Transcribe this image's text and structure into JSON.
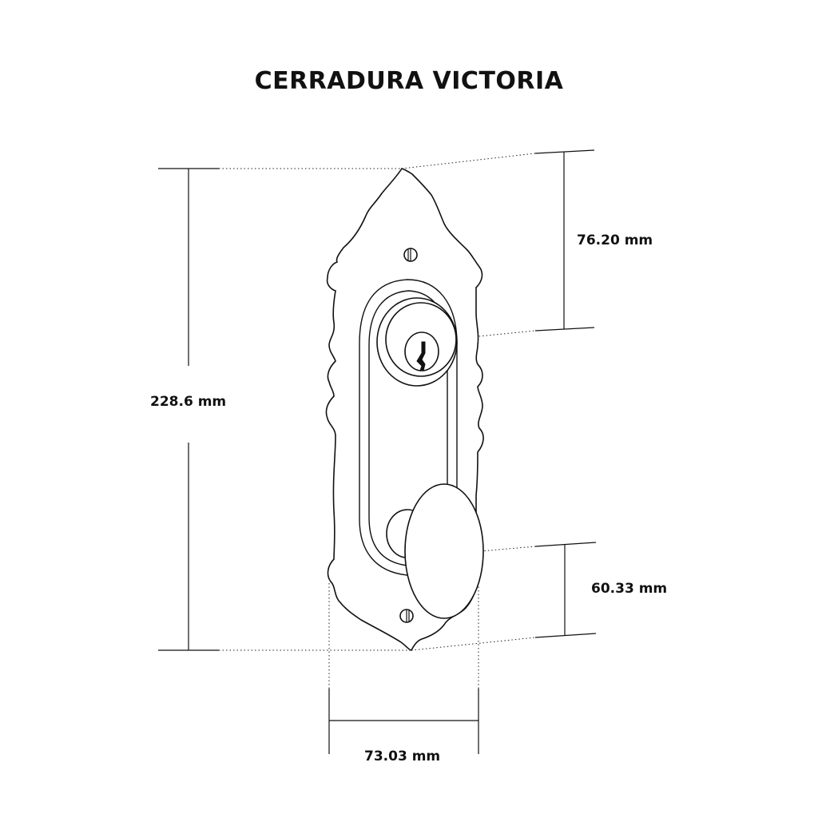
{
  "title": "CERRADURA VICTORIA",
  "dimensions": {
    "total_height": "228.6 mm",
    "top_to_keyhole": "76.20 mm",
    "knob_to_bottom": "60.33 mm",
    "plate_width": "73.03 mm"
  },
  "colors": {
    "line": "#111111",
    "background": "#ffffff"
  }
}
